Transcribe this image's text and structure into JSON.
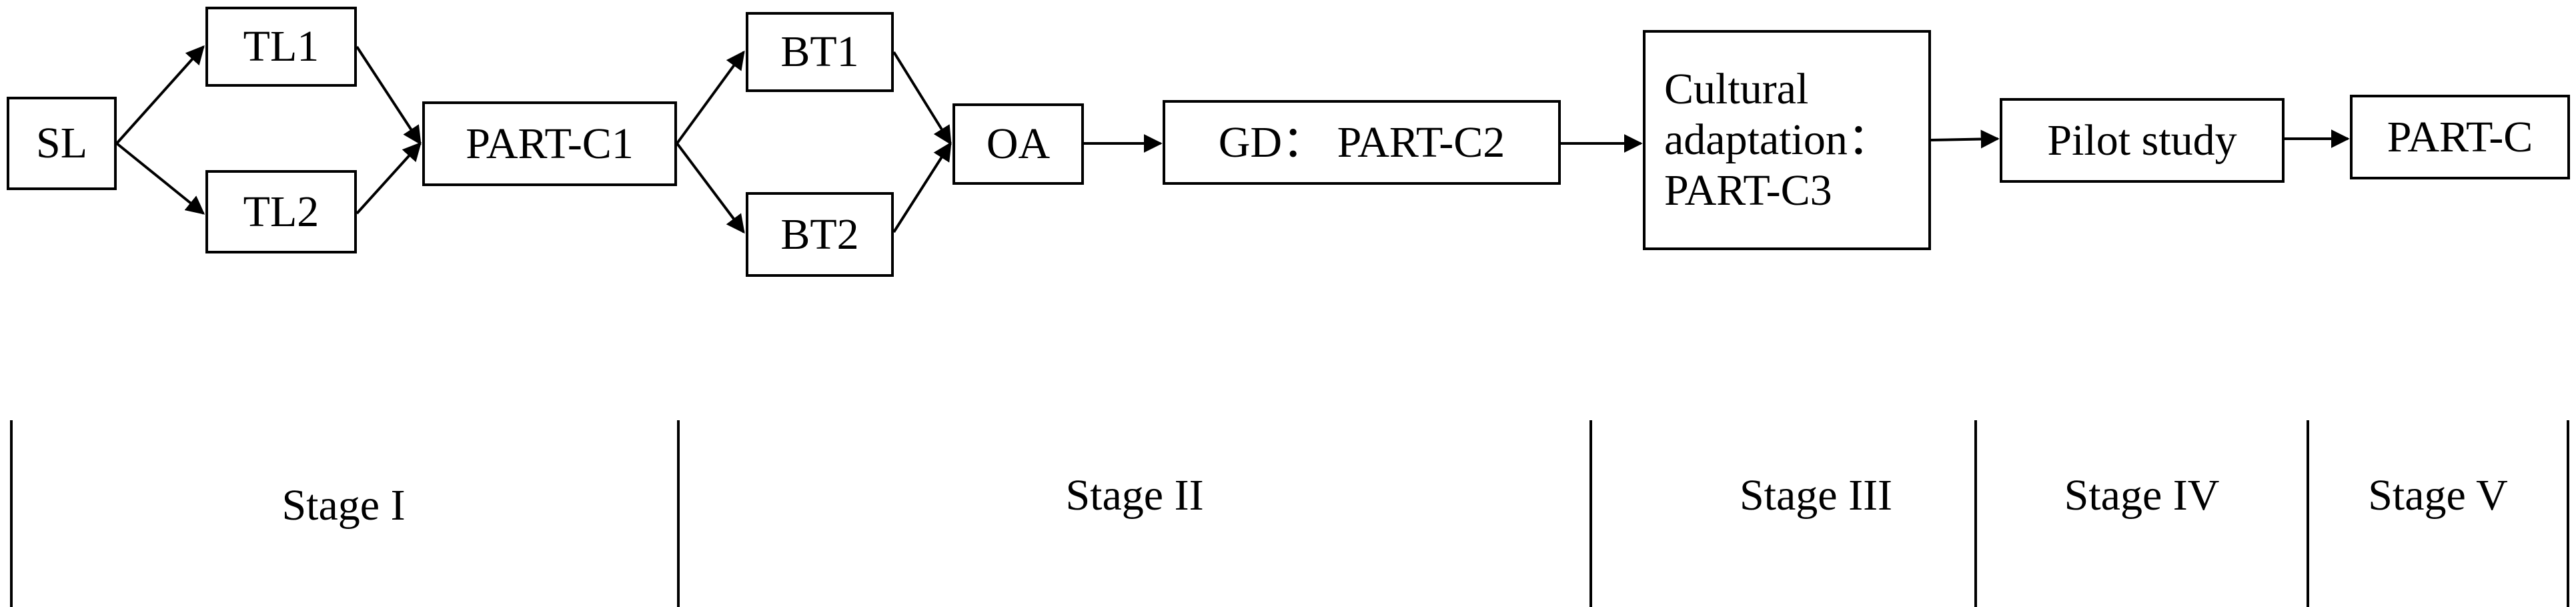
{
  "boxes": {
    "sl": "SL",
    "tl1": "TL1",
    "tl2": "TL2",
    "partc1": "PART-C1",
    "bt1": "BT1",
    "bt2": "BT2",
    "oa": "OA",
    "gd": "GD： PART-C2",
    "cultural_line1": "Cultural",
    "cultural_line2": "adaptation：",
    "cultural_line3": "PART-C3",
    "pilot": "Pilot study",
    "partc": "PART-C"
  },
  "stages": [
    "Stage I",
    "Stage II",
    "Stage III",
    "Stage IV",
    "Stage V"
  ]
}
